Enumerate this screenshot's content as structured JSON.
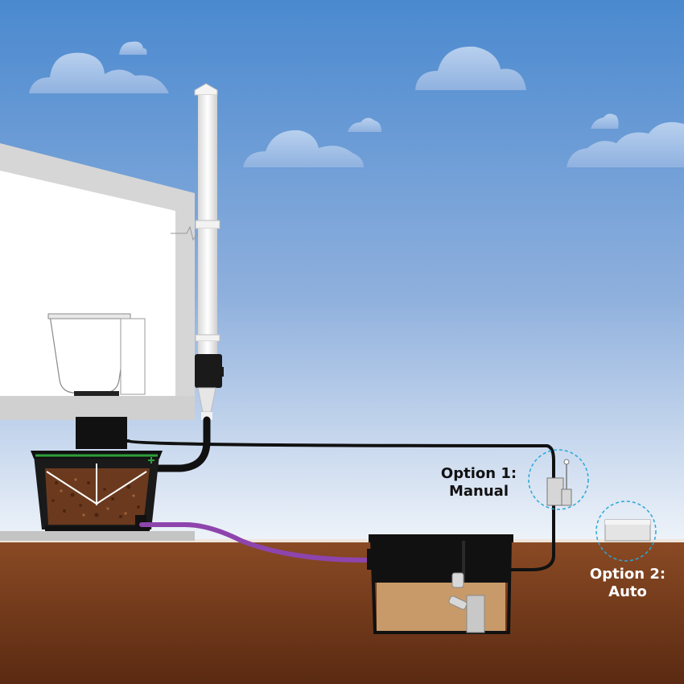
{
  "options": [
    {
      "title": "Option 1:",
      "subtitle": "Manual"
    },
    {
      "title": "Option 2:",
      "subtitle": "Auto"
    }
  ],
  "colors": {
    "sky_top": "#4a8ad0",
    "sky_bottom": "#e8f0f8",
    "ground": "#7a3e1e",
    "pipe_purple": "#8e44ad",
    "lid_green": "#2e9e3a",
    "callout_ring": "#2aa8d8"
  }
}
